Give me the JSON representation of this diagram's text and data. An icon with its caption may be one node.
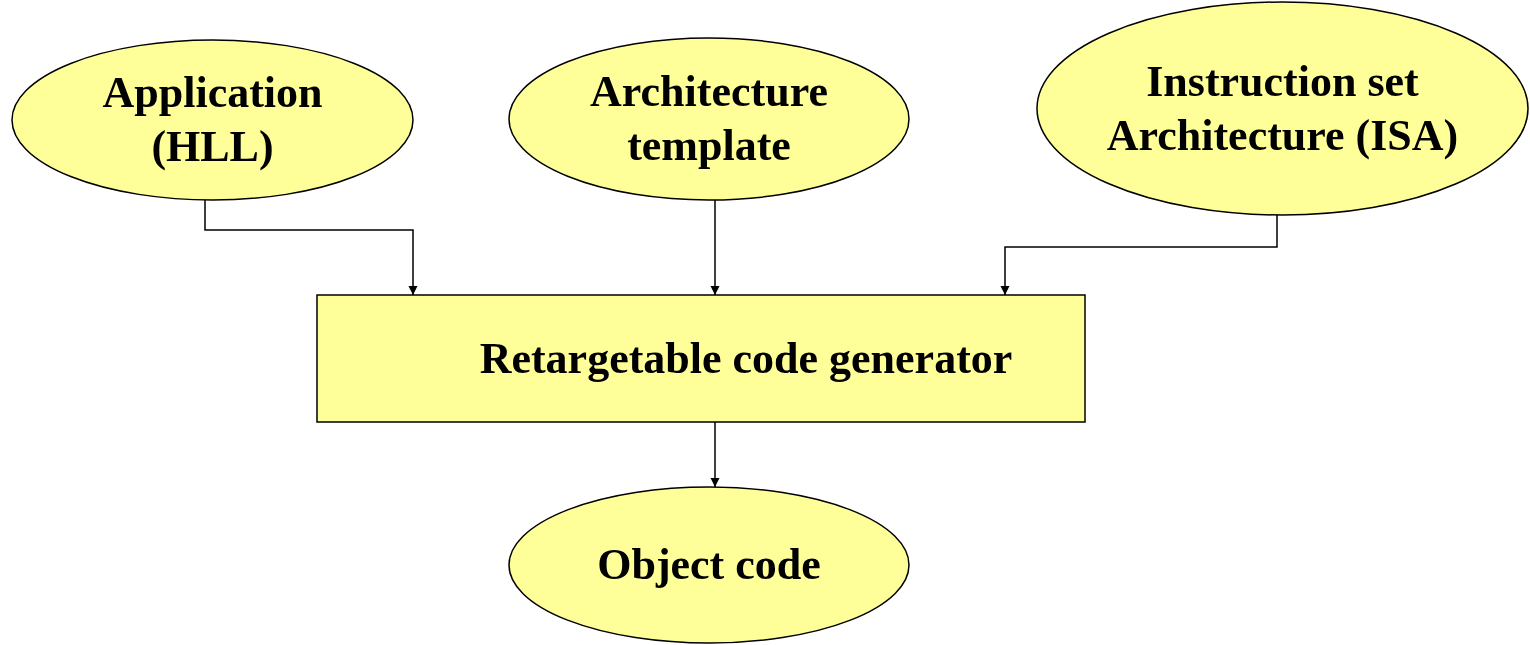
{
  "diagram": {
    "nodes": [
      {
        "text": [
          "Application (HLL)"
        ]
      },
      {
        "text": [
          "Architecture template"
        ]
      },
      {
        "text": [
          "Instruction set Architecture (ISA)"
        ]
      },
      {
        "text": [
          "Retargetable code generator"
        ]
      },
      {
        "text": [
          "Object code"
        ]
      }
    ],
    "edges": [
      {
        "from": 0,
        "to": 3,
        "arrow": "to"
      },
      {
        "from": 1,
        "to": 3,
        "arrow": "to"
      },
      {
        "from": 2,
        "to": 3,
        "arrow": "to"
      },
      {
        "from": 3,
        "to": 4,
        "arrow": "to"
      }
    ]
  }
}
